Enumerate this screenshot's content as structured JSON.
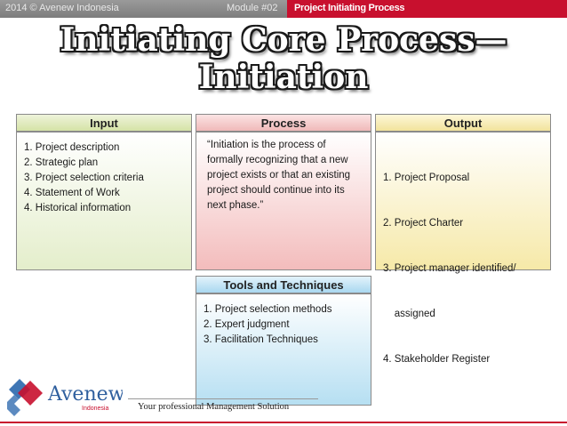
{
  "header": {
    "copyright": "2014 © Avenew Indonesia",
    "module": "Module #02",
    "section": "Project Initiating Process"
  },
  "title": {
    "line1": "Initiating Core Process—",
    "line2": "Initiation"
  },
  "input": {
    "heading": "Input",
    "items": [
      "1. Project description",
      "2. Strategic plan",
      "3. Project selection criteria",
      "4. Statement of Work",
      "4. Historical information"
    ]
  },
  "process": {
    "heading": "Process",
    "text": "“Initiation is the process of formally recognizing that a new project exists or that an existing project should continue into its next phase.”"
  },
  "output": {
    "heading": "Output",
    "items": [
      "1. Project Proposal",
      "2. Project Charter",
      "3. Project manager identified/",
      "    assigned",
      "4. Stakeholder Register"
    ]
  },
  "tools": {
    "heading": "Tools and Techniques",
    "items": [
      "1. Project selection methods",
      "2. Expert judgment",
      "3. Facilitation Techniques"
    ]
  },
  "footer": {
    "logo_name": "Avenew",
    "logo_sub": "Indonesia",
    "tagline": "Your professional Management Solution"
  },
  "colors": {
    "accent_red": "#c8102e",
    "input_green": "#d5e3a6",
    "process_pink": "#f0b9b9",
    "output_yellow": "#f2e39c",
    "tools_blue": "#a9d8f0"
  }
}
